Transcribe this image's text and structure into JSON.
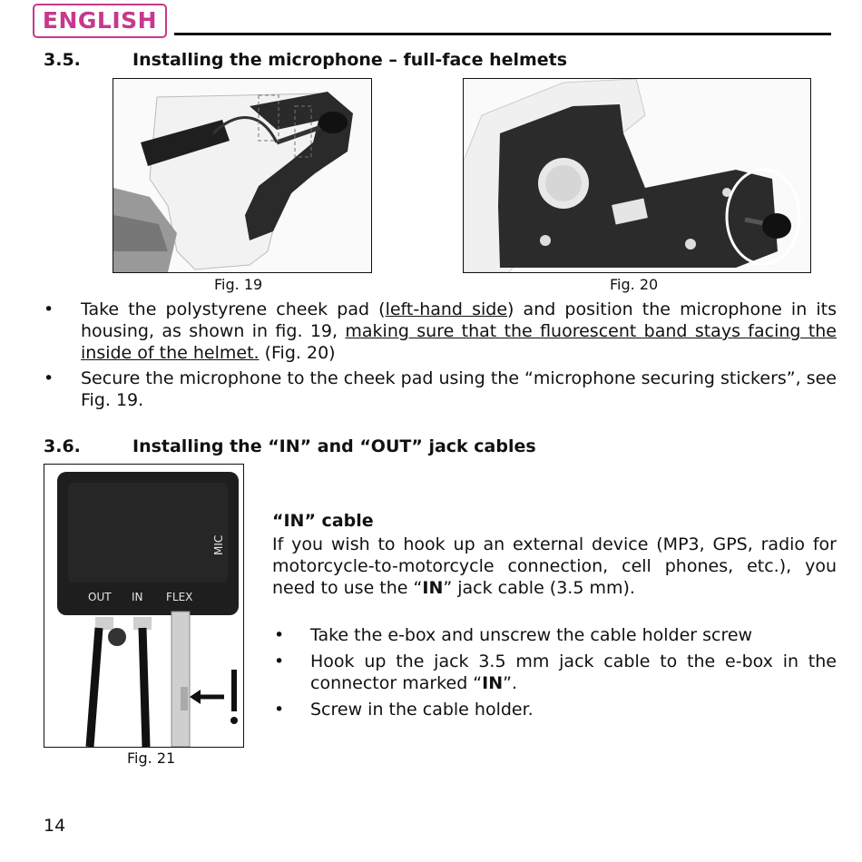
{
  "header": {
    "badge": "ENGLISH"
  },
  "section35": {
    "number": "3.5.",
    "title": "Installing the microphone – full-face helmets",
    "fig19_caption": "Fig. 19",
    "fig20_caption": "Fig. 20",
    "bullet1": {
      "part1": "Take the polystyrene cheek pad (",
      "part2": "left-hand side",
      "part3": ") and position the microphone in its housing, as shown in fig. 19, ",
      "part4": "making sure that the fluorescent band stays facing the inside of the helmet.",
      "part5": " (Fig. 20)"
    },
    "bullet2": "Secure the microphone to the cheek pad using the “microphone securing stickers”, see Fig. 19."
  },
  "section36": {
    "number": "3.6.",
    "title": "Installing the “IN” and “OUT” jack cables",
    "fig21_caption": "Fig. 21",
    "fig21_labels": {
      "mic": "MIC",
      "out": "OUT",
      "in": "IN",
      "flex": "FLEX"
    },
    "in_cable_heading": "“IN” cable",
    "in_cable_text": {
      "part1": "If you wish to hook up an external device (MP3, GPS, radio for motorcycle-to-motorcycle connection, cell phones, etc.), you need to use the “",
      "bold": "IN",
      "part2": "” jack cable (3.5 mm)."
    },
    "steps": [
      {
        "text": "Take the e-box and unscrew the cable holder screw"
      },
      {
        "part1": "Hook up the jack 3.5 mm jack cable to the e-box in the connector marked “",
        "bold": "IN",
        "part2": "”."
      },
      {
        "text": "Screw in the cable holder."
      }
    ]
  },
  "footer": {
    "page_number": "14"
  },
  "colors": {
    "badge": "#c8388c",
    "text": "#111111"
  }
}
